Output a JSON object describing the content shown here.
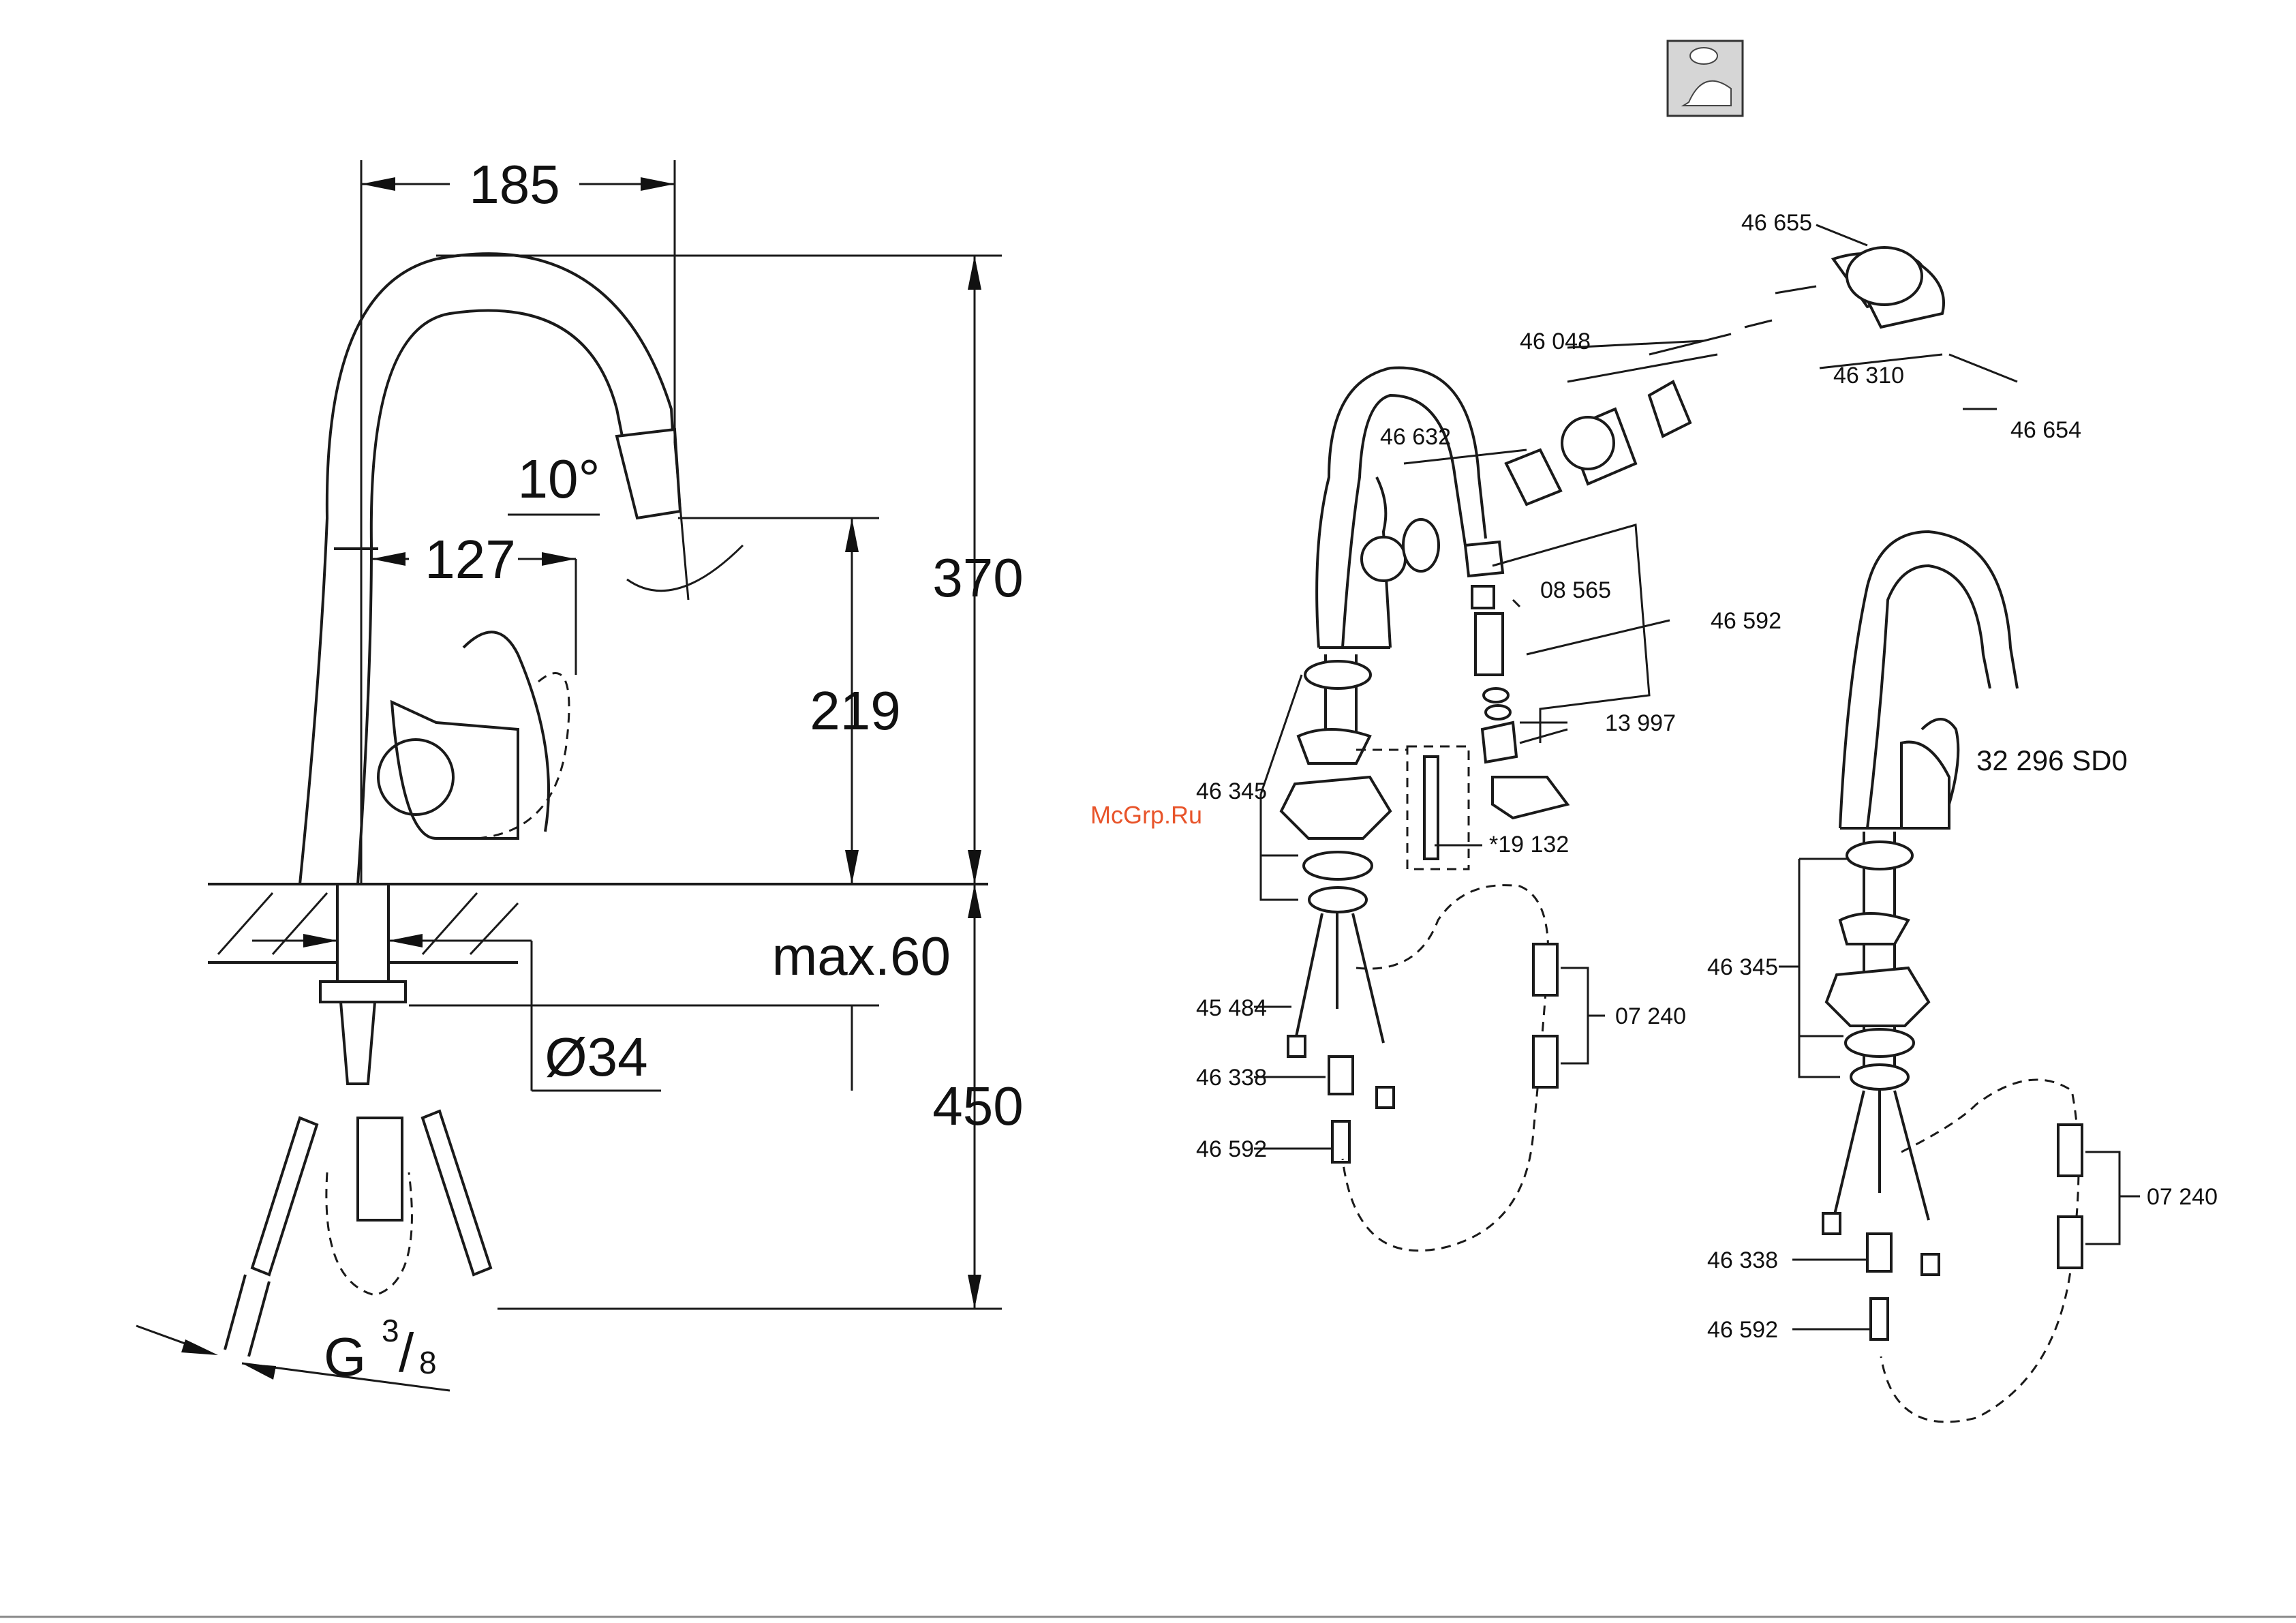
{
  "watermark": "McGrp.Ru",
  "dimensions": {
    "width_185": "185",
    "height_370": "370",
    "angle_10": "10°",
    "reach_127": "127",
    "height_219": "219",
    "max_60": "max.60",
    "diameter_34": "Ø34",
    "length_450": "450",
    "thread_g": "G",
    "thread_num": "3",
    "thread_den": "8"
  },
  "parts_upper": {
    "p46655": "46 655",
    "p46048": "46 048",
    "p46310": "46 310",
    "p46654": "46 654",
    "p46632": "46 632",
    "p08565": "08 565",
    "p46592a": "46 592",
    "p13997": "13 997",
    "p46345": "46 345",
    "p19132": "*19 132",
    "p45484": "45 484",
    "p46338": "46 338",
    "p46592b": "46 592",
    "p07240": "07 240"
  },
  "parts_lower": {
    "model": "32 296 SD0",
    "p46345": "46 345",
    "p07240": "07 240",
    "p46338": "46 338",
    "p46592": "46 592"
  }
}
